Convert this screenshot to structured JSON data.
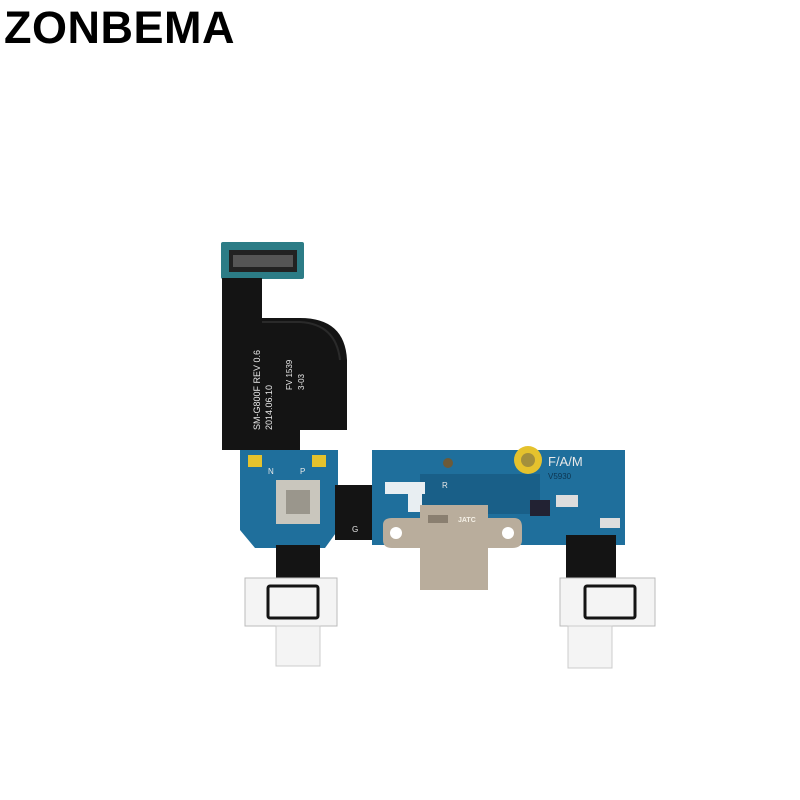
{
  "watermark": "ZONBEMA",
  "product": {
    "flex_label": {
      "model": "SM-G800F REV 0.6",
      "date": "2014.06.10",
      "code1": "FV 1539",
      "code2": "3-03"
    },
    "board_labels": {
      "fam": "F/A/M",
      "r": "R",
      "part": "V5930",
      "usb_mark": "JATC",
      "n": "N",
      "p": "P",
      "g": "G"
    },
    "colors": {
      "pcb_blue": "#1f6f9c",
      "flex_black": "#141414",
      "connector_silver": "#b9ad9c",
      "pad_gold": "#e5c22d",
      "bracket_white": "#f4f4f4"
    }
  }
}
